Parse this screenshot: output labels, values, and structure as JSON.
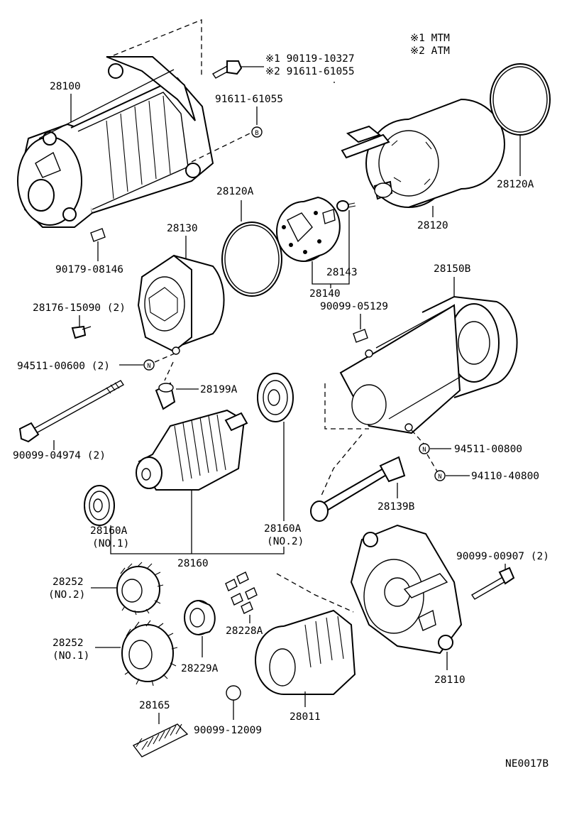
{
  "legend": {
    "mtm": "※1 MTM",
    "atm": "※2 ATM"
  },
  "parts": {
    "p28100": "28100",
    "bolt_mtm": "※1 90119-10327",
    "bolt_atm": "※2 91611-61055",
    "p91611": "91611-61055",
    "p28120a_right": "28120A",
    "p28120": "28120",
    "p28120a_mid": "28120A",
    "p28130": "28130",
    "p90179": "90179-08146",
    "p28143": "28143",
    "p28140": "28140",
    "p28150b": "28150B",
    "p90099_05129": "90099-05129",
    "p28176": "28176-15090 (2)",
    "p94511_00600": "94511-00600 (2)",
    "p28199a": "28199A",
    "p90099_04974": "90099-04974 (2)",
    "p94511_00800": "94511-00800",
    "p94110": "94110-40800",
    "p28139b": "28139B",
    "p28160a_1": "28160A",
    "p28160a_1_sub": "(NO.1)",
    "p28160a_2": "28160A",
    "p28160a_2_sub": "(NO.2)",
    "p28160": "28160",
    "p90099_00907": "90099-00907 (2)",
    "p28252_2": "28252",
    "p28252_2_sub": "(NO.2)",
    "p28252_1": "28252",
    "p28252_1_sub": "(NO.1)",
    "p28228a": "28228A",
    "p28229a": "28229A",
    "p28110": "28110",
    "p28165": "28165",
    "p90099_12009": "90099-12009",
    "p28011": "28011"
  },
  "markers": {
    "b": "B",
    "n": "N"
  },
  "drawing_code": "NE0017B"
}
